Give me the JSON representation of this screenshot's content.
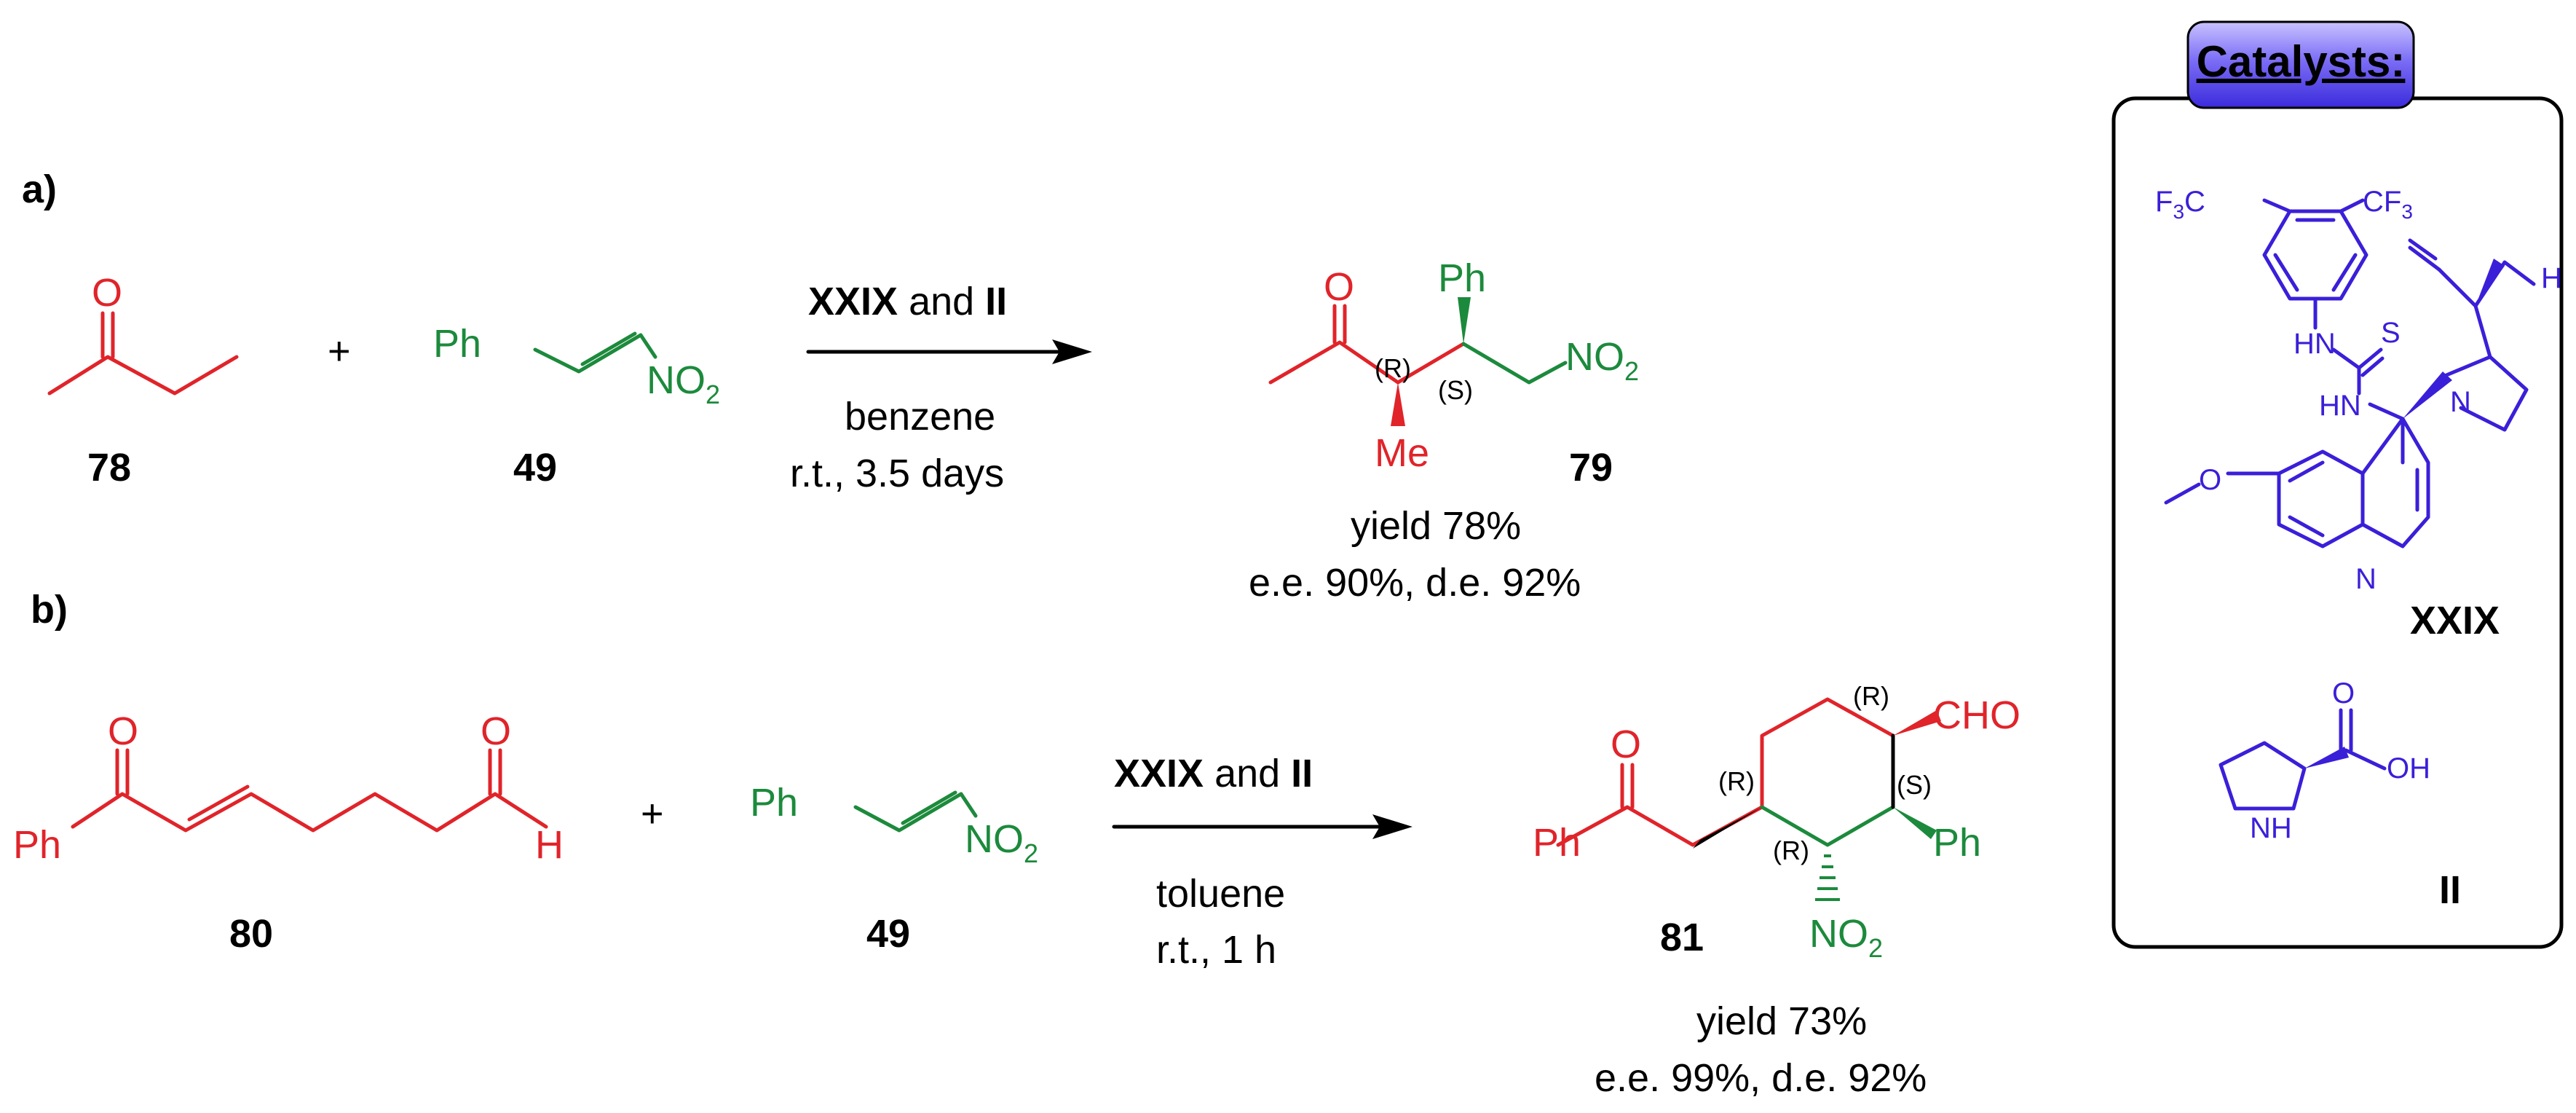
{
  "scheme": {
    "part_a": {
      "label": "a)",
      "ketone": {
        "number": "78"
      },
      "plus": "+",
      "nitroalkene": {
        "ph": "Ph",
        "no2": "NO",
        "no2_sub": "2",
        "number": "49"
      },
      "conditions": {
        "catalyst_a": "XXIX",
        "joiner": " and ",
        "catalyst_b": "II",
        "solvent": "benzene",
        "time": "r.t., 3.5 days"
      },
      "product": {
        "number": "79",
        "ph": "Ph",
        "me": "Me",
        "no2": "NO",
        "no2_sub": "2",
        "stereo_1": "(R)",
        "stereo_2": "(S)",
        "yield": "yield 78%",
        "selectivity": "e.e. 90%, d.e. 92%"
      }
    },
    "part_b": {
      "label": "b)",
      "dicarbonyl": {
        "ph": "Ph",
        "h": "H",
        "number": "80"
      },
      "plus": "+",
      "nitroalkene": {
        "ph": "Ph",
        "no2": "NO",
        "no2_sub": "2",
        "number": "49"
      },
      "conditions": {
        "catalyst_a": "XXIX",
        "joiner": " and ",
        "catalyst_b": "II",
        "solvent": "toluene",
        "time": "r.t., 1 h"
      },
      "product": {
        "number": "81",
        "ph_ketone": "Ph",
        "cho": "CHO",
        "ph": "Ph",
        "no2": "NO",
        "no2_sub": "2",
        "stereo_1": "(R)",
        "stereo_2": "(R)",
        "stereo_3": "(S)",
        "stereo_4": "(R)",
        "yield": "yield 73%",
        "selectivity": "e.e. 99%, d.e. 92%"
      }
    }
  },
  "catalysts": {
    "title": "Catalysts:",
    "xxix": {
      "label": "XXIX",
      "cf3_left": "F",
      "cf3_left_sub": "3",
      "cf3_left_c": "C",
      "cf3_right": "CF",
      "cf3_right_sub": "3",
      "hn1": "HN",
      "s": "S",
      "hn2": "HN",
      "n_quin": "N",
      "n_ring": "N",
      "h": "H",
      "o": "O"
    },
    "ii": {
      "label": "II",
      "o": "O",
      "oh": "OH",
      "nh": "NH"
    }
  },
  "colors": {
    "reagent_red": "#e0242a",
    "nitro_green": "#1c8a3c",
    "catalyst_blue": "#3a1fd9",
    "title_box": "#7a6cf0"
  }
}
